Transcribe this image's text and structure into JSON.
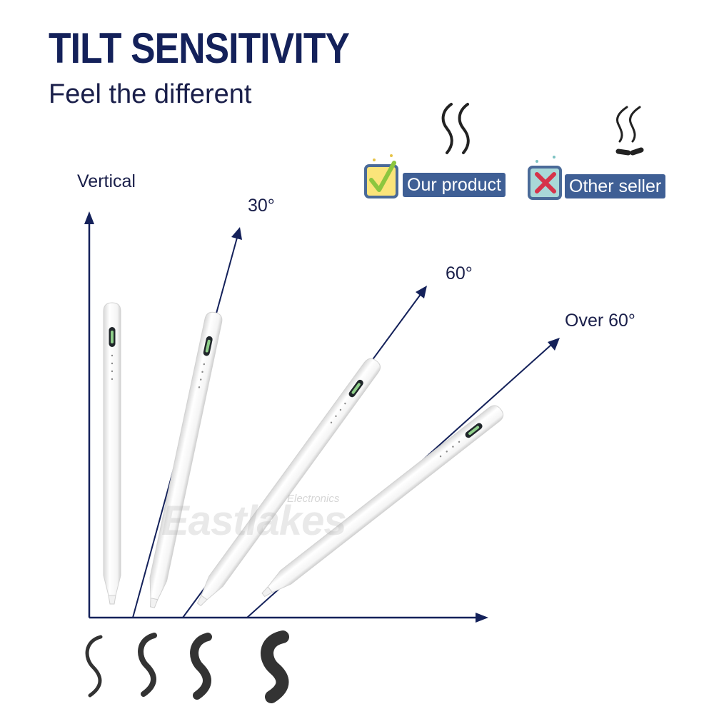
{
  "header": {
    "title": "TILT SENSITIVITY",
    "subtitle": "Feel the different"
  },
  "angles": {
    "vertical": "Vertical",
    "deg30": "30°",
    "deg60": "60°",
    "over60": "Over 60°"
  },
  "comparison": {
    "our_product": "Our product",
    "other_seller": "Other seller"
  },
  "watermark": {
    "brand": "Eastlakes",
    "sub": "Electronics"
  },
  "colors": {
    "navy": "#14215a",
    "badge": "#3f5f95",
    "check": "#8cc63f",
    "cross": "#d6334a",
    "stroke": "#333333"
  },
  "icons": [
    "check-icon",
    "cross-icon",
    "smooth-line-icon",
    "jagged-line-icon"
  ]
}
